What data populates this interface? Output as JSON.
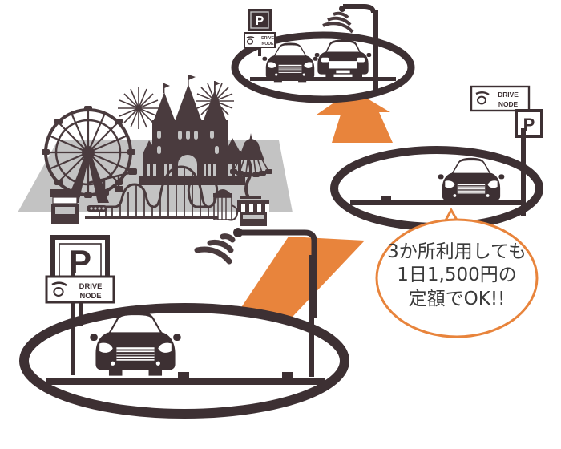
{
  "illustration": {
    "title": "DRIVE NODE parking service illustration",
    "colors": {
      "orange": "#E8843C",
      "dark_brown": "#3D3033",
      "ground_gray": "#C3C3C3",
      "white": "#FFFFFF",
      "text_gray": "#3A3A3A"
    }
  },
  "speech_bubble": {
    "line1": "3か所利用しても",
    "line2": "1日1,500円の",
    "line3": "定額でOK!!"
  },
  "signs": {
    "parking_letter": "P",
    "brand_line1": "DRIVE",
    "brand_line2": "NODE",
    "top_sign": {
      "letter": "P",
      "brand1": "DRIVE",
      "brand2": "NODE"
    },
    "right_sign": {
      "brand1": "DRIVE",
      "brand2": "NODE",
      "letter": "P"
    },
    "bottom_left_sign": {
      "letter": "P",
      "brand1": "DRIVE",
      "brand2": "NODE"
    }
  },
  "scenes": {
    "top_lot": {
      "name": "top-parking-lot",
      "car_count": 2
    },
    "middle_lot": {
      "name": "middle-parking-lot",
      "car_count": 1
    },
    "bottom_lot": {
      "name": "bottom-parking-lot",
      "car_count": 1
    },
    "amusement_park": {
      "name": "amusement-park",
      "attractions": [
        "ferris-wheel",
        "castle",
        "fireworks",
        "roller-coaster",
        "carousel",
        "ticket-booth",
        "food-stall",
        "cage-stall"
      ]
    }
  },
  "icons": {
    "wifi_top": "wifi-signal-icon",
    "wifi_middle": "wifi-signal-icon",
    "wifi_bottom": "wifi-signal-icon",
    "car": "car-front-icon",
    "arrow_up": "orange-arrow-icon"
  }
}
